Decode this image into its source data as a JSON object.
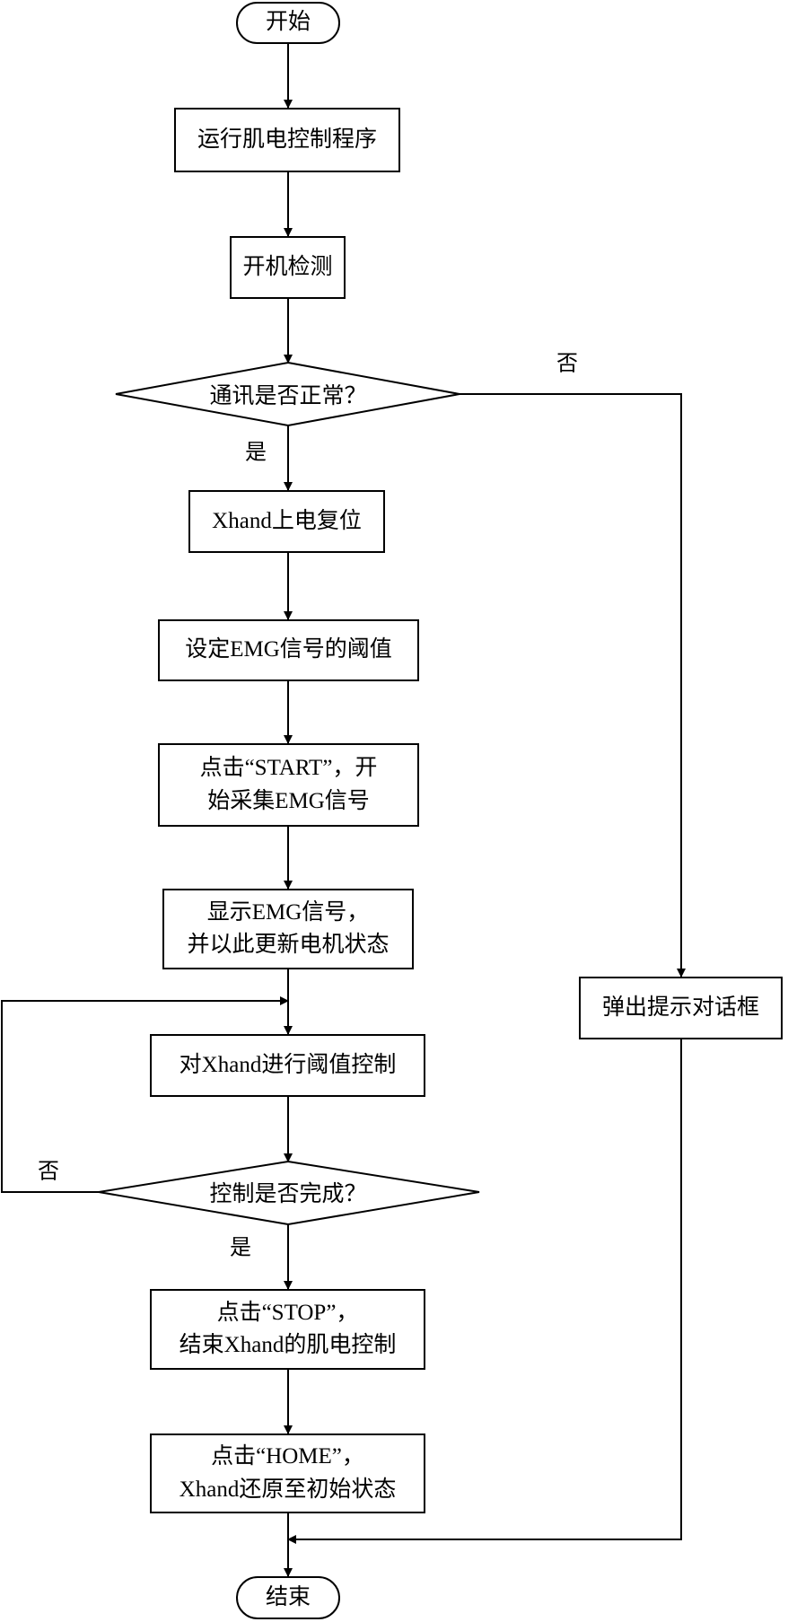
{
  "flowchart": {
    "start": "开始",
    "run_program": "运行肌电控制程序",
    "power_check": "开机检测",
    "comm_ok": "通讯是否正常？",
    "comm_yes": "是",
    "comm_no": "否",
    "power_reset": "Xhand上电复位",
    "set_threshold": "设定EMG信号的阈值",
    "click_start": "点击“START”，开\n始采集EMG信号",
    "show_emg": "显示EMG信号，\n并以此更新电机状态",
    "threshold_control": "对Xhand进行阈值控制",
    "control_done": "控制是否完成？",
    "done_yes": "是",
    "done_no": "否",
    "click_stop": "点击“STOP”，\n结束Xhand的肌电控制",
    "click_home": "点击“HOME”，\nXhand还原至初始状态",
    "dialog": "弹出提示对话框",
    "end": "结束"
  }
}
